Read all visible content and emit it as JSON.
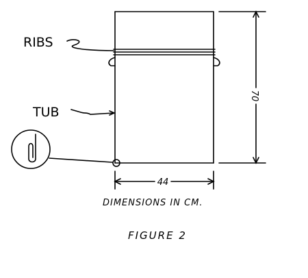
{
  "labels": {
    "ribs": "RIBS",
    "tub": "TUB",
    "height": "70",
    "width": "44",
    "units_note": "DIMENSIONS IN CM.",
    "caption": "FIGURE 2"
  }
}
